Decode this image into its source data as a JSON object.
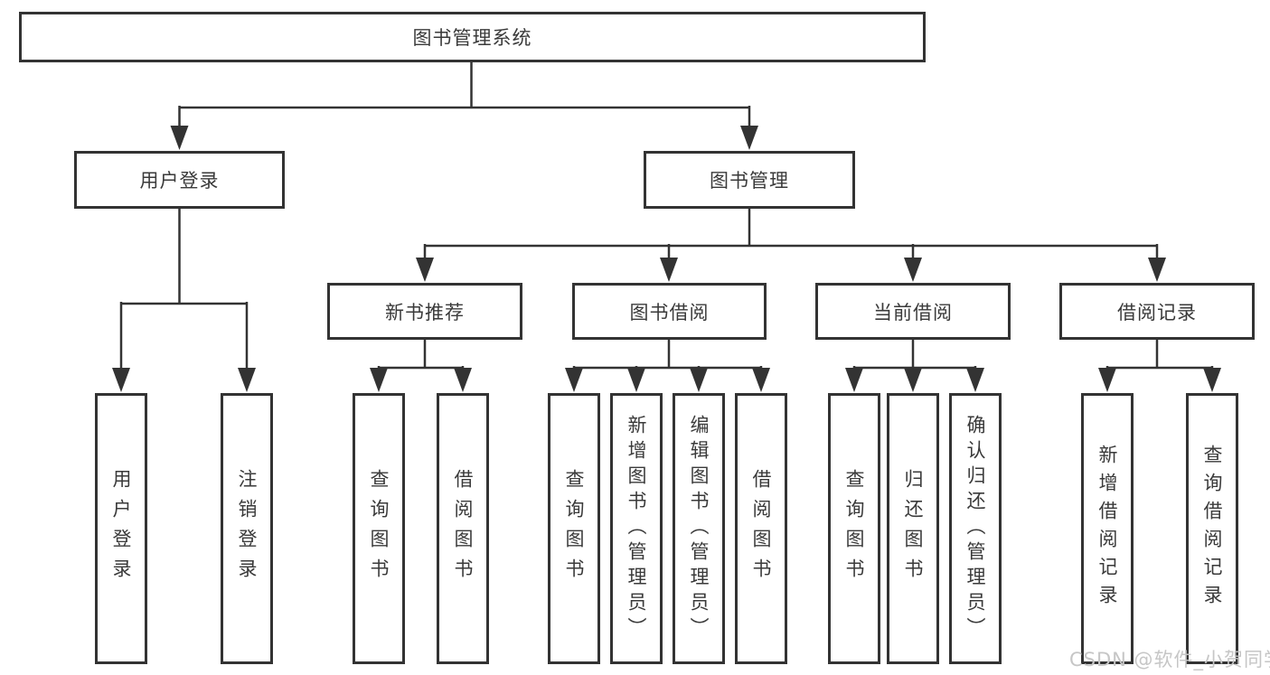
{
  "tree": {
    "label": "图书管理系统",
    "children": [
      {
        "label": "用户登录",
        "children": [
          {
            "label": "用户登录"
          },
          {
            "label": "注销登录"
          }
        ]
      },
      {
        "label": "图书管理",
        "children": [
          {
            "label": "新书推荐",
            "children": [
              {
                "label": "查询图书"
              },
              {
                "label": "借阅图书"
              }
            ]
          },
          {
            "label": "图书借阅",
            "children": [
              {
                "label": "查询图书"
              },
              {
                "label": "新增图书（管理员）"
              },
              {
                "label": "编辑图书（管理员）"
              },
              {
                "label": "借阅图书"
              }
            ]
          },
          {
            "label": "当前借阅",
            "children": [
              {
                "label": "查询图书"
              },
              {
                "label": "归还图书"
              },
              {
                "label": "确认归还（管理员）"
              }
            ]
          },
          {
            "label": "借阅记录",
            "children": [
              {
                "label": "新增借阅记录"
              },
              {
                "label": "查询借阅记录"
              }
            ]
          }
        ]
      }
    ]
  },
  "watermark": {
    "text": "CSDN @软件_小贺同学"
  },
  "colors": {
    "line": "#333333",
    "text": "#3a3a3a",
    "box_fill": "#ffffff",
    "background": "#ffffff",
    "watermark": "#c6c6c6"
  }
}
